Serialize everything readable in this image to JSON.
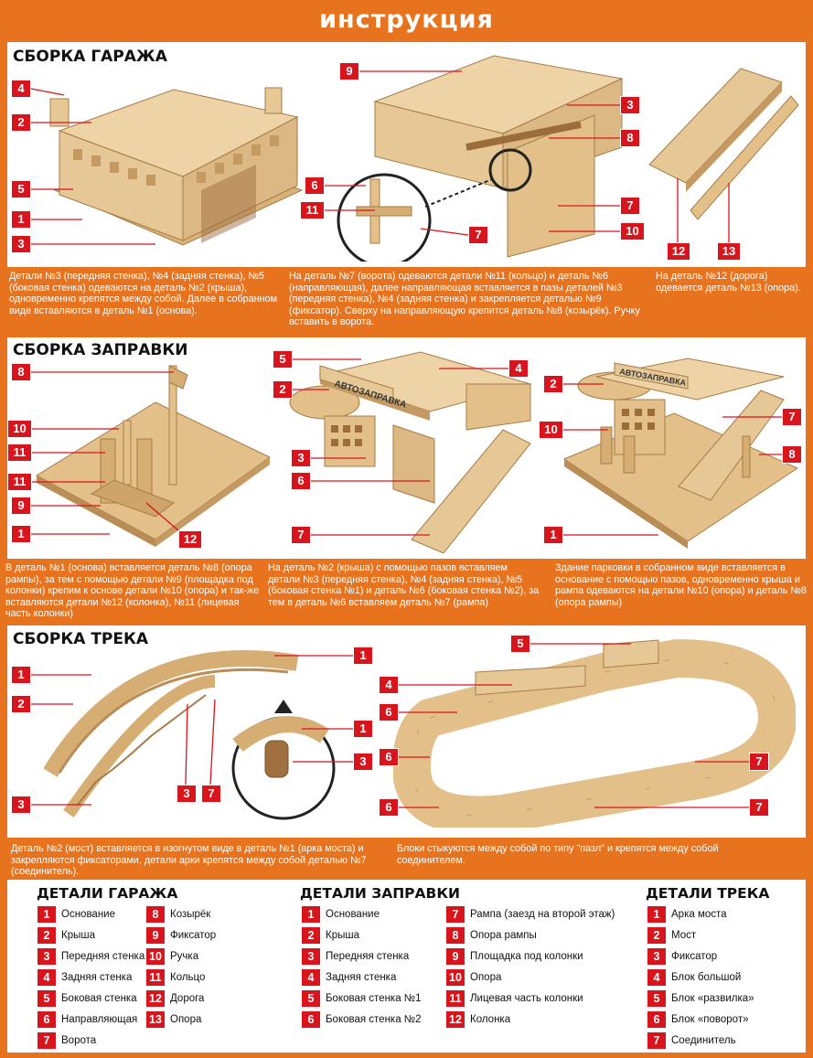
{
  "header": {
    "title": "инструкция"
  },
  "colors": {
    "orange": "#e8731e",
    "badge": "#d8141c",
    "wood": "#e3c493",
    "wood_dark": "#b98d55"
  },
  "sections": {
    "garage": {
      "title": "СБОРКА ГАРАЖА",
      "desc1": "Детали №3 (передняя стенка), №4 (задняя стенка), №5 (боковая стенка) одеваются на деталь №2 (крыша), одновременно крепятся между собой. Далее в собранном виде вставляются в деталь №1 (основа).",
      "desc2": "На деталь №7 (ворота) одеваются детали №11 (кольцо) и деталь №6 (направляющая), далее направляющая вставляется в пазы деталей №3 (передняя стенка), №4 (задняя стенка) и закрепляется деталью №9 (фиксатор). Сверху на направляющую крепится деталь №8 (козырёк). Ручку вставить в ворота.",
      "desc3": "На деталь №12 (дорога) одевается деталь №13 (опора)."
    },
    "station": {
      "title": "СБОРКА ЗАПРАВКИ",
      "sign": "АВТОЗАПРАВКА",
      "desc1": "В деталь №1 (основа) вставляется деталь №8 (опора рампы), за тем с помощью детали №9 (площадка под колонки) крепим к основе детали №10 (опора) и так-же вставляются детали №12 (колонка), №11 (лицевая часть колонки)",
      "desc2": "На деталь №2 (крыша) с помощью пазов вставляем детали №3 (передняя стенка), №4 (задняя стенка), №5 (боковая стенка №1) и деталь №6 (боковая стенка №2), за тем в деталь №6 вставляем деталь №7 (рампа)",
      "desc3": "Здание парковки в собранном виде вставляется в основание с помощью пазов, одновременно крыша и рампа одеваются на детали №10 (опора)  и деталь №8 (опора рампы)"
    },
    "track": {
      "title": "СБОРКА ТРЕКА",
      "desc1": "Деталь №2 (мост) вставляется в изогнутом виде в деталь №1 (арка моста) и закрепляются фиксаторами, детали арки крепятся между собой деталью №7 (соединитель).",
      "desc2": "Блоки стыкуются между собой по типу \"пазл\" и крепятся между собой соединителем."
    }
  },
  "callouts": {
    "garage_a": [
      "4",
      "2",
      "5",
      "1",
      "3"
    ],
    "garage_b": [
      "9",
      "3",
      "8",
      "6",
      "11",
      "7",
      "7",
      "10"
    ],
    "garage_c": [
      "12",
      "13"
    ],
    "station_a": [
      "8",
      "10",
      "11",
      "11",
      "9",
      "1",
      "12"
    ],
    "station_b": [
      "5",
      "4",
      "2",
      "3",
      "6",
      "7"
    ],
    "station_c": [
      "2",
      "7",
      "10",
      "8",
      "1"
    ],
    "track_a": [
      "1",
      "2",
      "3",
      "3",
      "7",
      "1",
      "1",
      "3"
    ],
    "track_b": [
      "5",
      "4",
      "6",
      "6",
      "6",
      "7",
      "7"
    ]
  },
  "legend": {
    "garage": {
      "title": "ДЕТАЛИ ГАРАЖА",
      "items": [
        {
          "n": "1",
          "label": "Основание"
        },
        {
          "n": "2",
          "label": "Крыша"
        },
        {
          "n": "3",
          "label": "Передняя стенка"
        },
        {
          "n": "4",
          "label": "Задняя стенка"
        },
        {
          "n": "5",
          "label": "Боковая стенка"
        },
        {
          "n": "6",
          "label": "Направляющая"
        },
        {
          "n": "7",
          "label": "Ворота"
        },
        {
          "n": "8",
          "label": "Козырёк"
        },
        {
          "n": "9",
          "label": "Фиксатор"
        },
        {
          "n": "10",
          "label": "Ручка"
        },
        {
          "n": "11",
          "label": "Кольцо"
        },
        {
          "n": "12",
          "label": "Дорога"
        },
        {
          "n": "13",
          "label": "Опора"
        }
      ]
    },
    "station": {
      "title": "ДЕТАЛИ ЗАПРАВКИ",
      "items": [
        {
          "n": "1",
          "label": "Основание"
        },
        {
          "n": "2",
          "label": "Крыша"
        },
        {
          "n": "3",
          "label": "Передняя стенка"
        },
        {
          "n": "4",
          "label": "Задняя стенка"
        },
        {
          "n": "5",
          "label": "Боковая стенка №1"
        },
        {
          "n": "6",
          "label": "Боковая стенка №2"
        },
        {
          "n": "7",
          "label": "Рампа (заезд на второй этаж)"
        },
        {
          "n": "8",
          "label": "Опора рампы"
        },
        {
          "n": "9",
          "label": "Площадка под колонки"
        },
        {
          "n": "10",
          "label": "Опора"
        },
        {
          "n": "11",
          "label": "Лицевая часть колонки"
        },
        {
          "n": "12",
          "label": "Колонка"
        }
      ]
    },
    "track": {
      "title": "ДЕТАЛИ ТРЕКА",
      "items": [
        {
          "n": "1",
          "label": "Арка моста"
        },
        {
          "n": "2",
          "label": "Мост"
        },
        {
          "n": "3",
          "label": "Фиксатор"
        },
        {
          "n": "4",
          "label": "Блок большой"
        },
        {
          "n": "5",
          "label": "Блок «развилка»"
        },
        {
          "n": "6",
          "label": "Блок «поворот»"
        },
        {
          "n": "7",
          "label": "Соединитель"
        }
      ]
    }
  }
}
